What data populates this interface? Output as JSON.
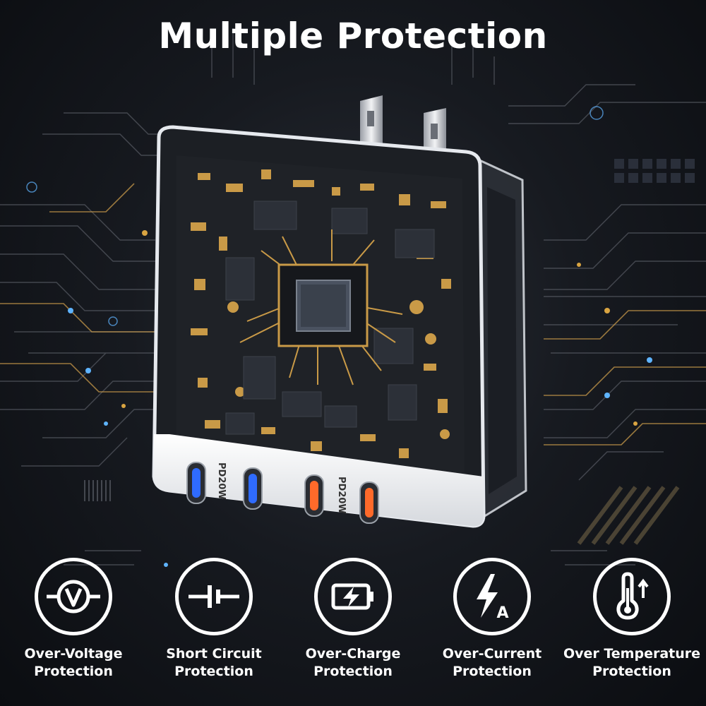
{
  "headline": "Multiple Protection",
  "features": [
    {
      "icon": "voltage-icon",
      "line1": "Over-Voltage",
      "line2": "Protection"
    },
    {
      "icon": "short-circuit-icon",
      "line1": "Short Circuit",
      "line2": "Protection"
    },
    {
      "icon": "battery-charge-icon",
      "line1": "Over-Charge",
      "line2": "Protection"
    },
    {
      "icon": "current-icon",
      "line1": "Over-Current",
      "line2": "Protection"
    },
    {
      "icon": "thermometer-icon",
      "line1": "Over Temperature",
      "line2": "Protection"
    }
  ],
  "port_labels": [
    "PD20W",
    "PD20W"
  ],
  "colors": {
    "accent_gold": "#d9a441",
    "accent_blue": "#4aa3ff",
    "port_blue": "#2f6bff",
    "port_orange": "#ff6a2a"
  }
}
